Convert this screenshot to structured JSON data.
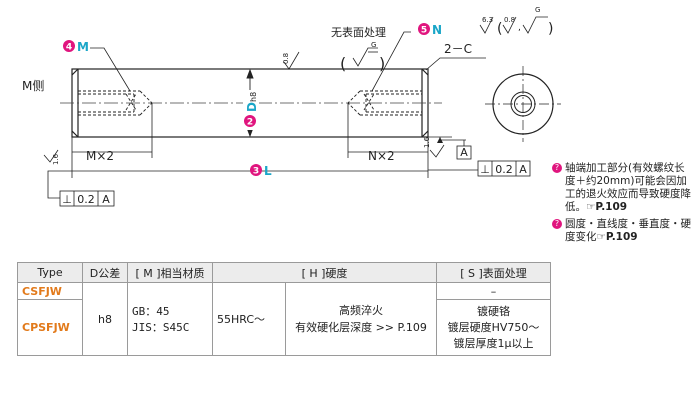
{
  "drawing": {
    "side_label": "M侧",
    "callout_M": {
      "num": "4",
      "letter": "M"
    },
    "callout_N": {
      "num": "5",
      "letter": "N"
    },
    "callout_D": {
      "num": "2",
      "letter": "D",
      "tol": "h8"
    },
    "callout_L": {
      "num": "3",
      "letter": "L"
    },
    "no_surface": "无表面处理",
    "chamfer": "2－C",
    "dim_left": "M×2",
    "dim_right": "N×2",
    "datum": "A",
    "runout_value": "0.2",
    "runout_datum": "A",
    "rough_top_left": "0.8",
    "rough_paren": "G",
    "rough_left": "1.6",
    "rough_right": "1.6",
    "rough_header": [
      "6.3",
      "0.8",
      "G"
    ],
    "runout_left_value": "0.2",
    "runout_left_datum": "A"
  },
  "notes": [
    {
      "marker": "?",
      "text": "轴端加工部分(有效螺纹长度＋约20mm)可能会因加工的退火效应而导致硬度降低。",
      "ref": "P.109"
    },
    {
      "marker": "?",
      "text": "圆度・直线度・垂直度・硬度变化",
      "ref": "P.109"
    }
  ],
  "table": {
    "headers": [
      "Type",
      "D公差",
      "[ M ]相当材质",
      "[ H ]硬度",
      "[ S ]表面处理"
    ],
    "rows": [
      {
        "type": "CSFJW",
        "s": "–"
      },
      {
        "type": "CPSFJW",
        "s": "镀硬铬\n镀层硬度HV750～\n镀层厚度1μ以上"
      }
    ],
    "shared": {
      "d_tol": "h8",
      "material": "GB：45\nJIS：S45C",
      "hardness": "55HRC～",
      "heat": "高频淬火\n有效硬化层深度 >> P.109"
    }
  }
}
